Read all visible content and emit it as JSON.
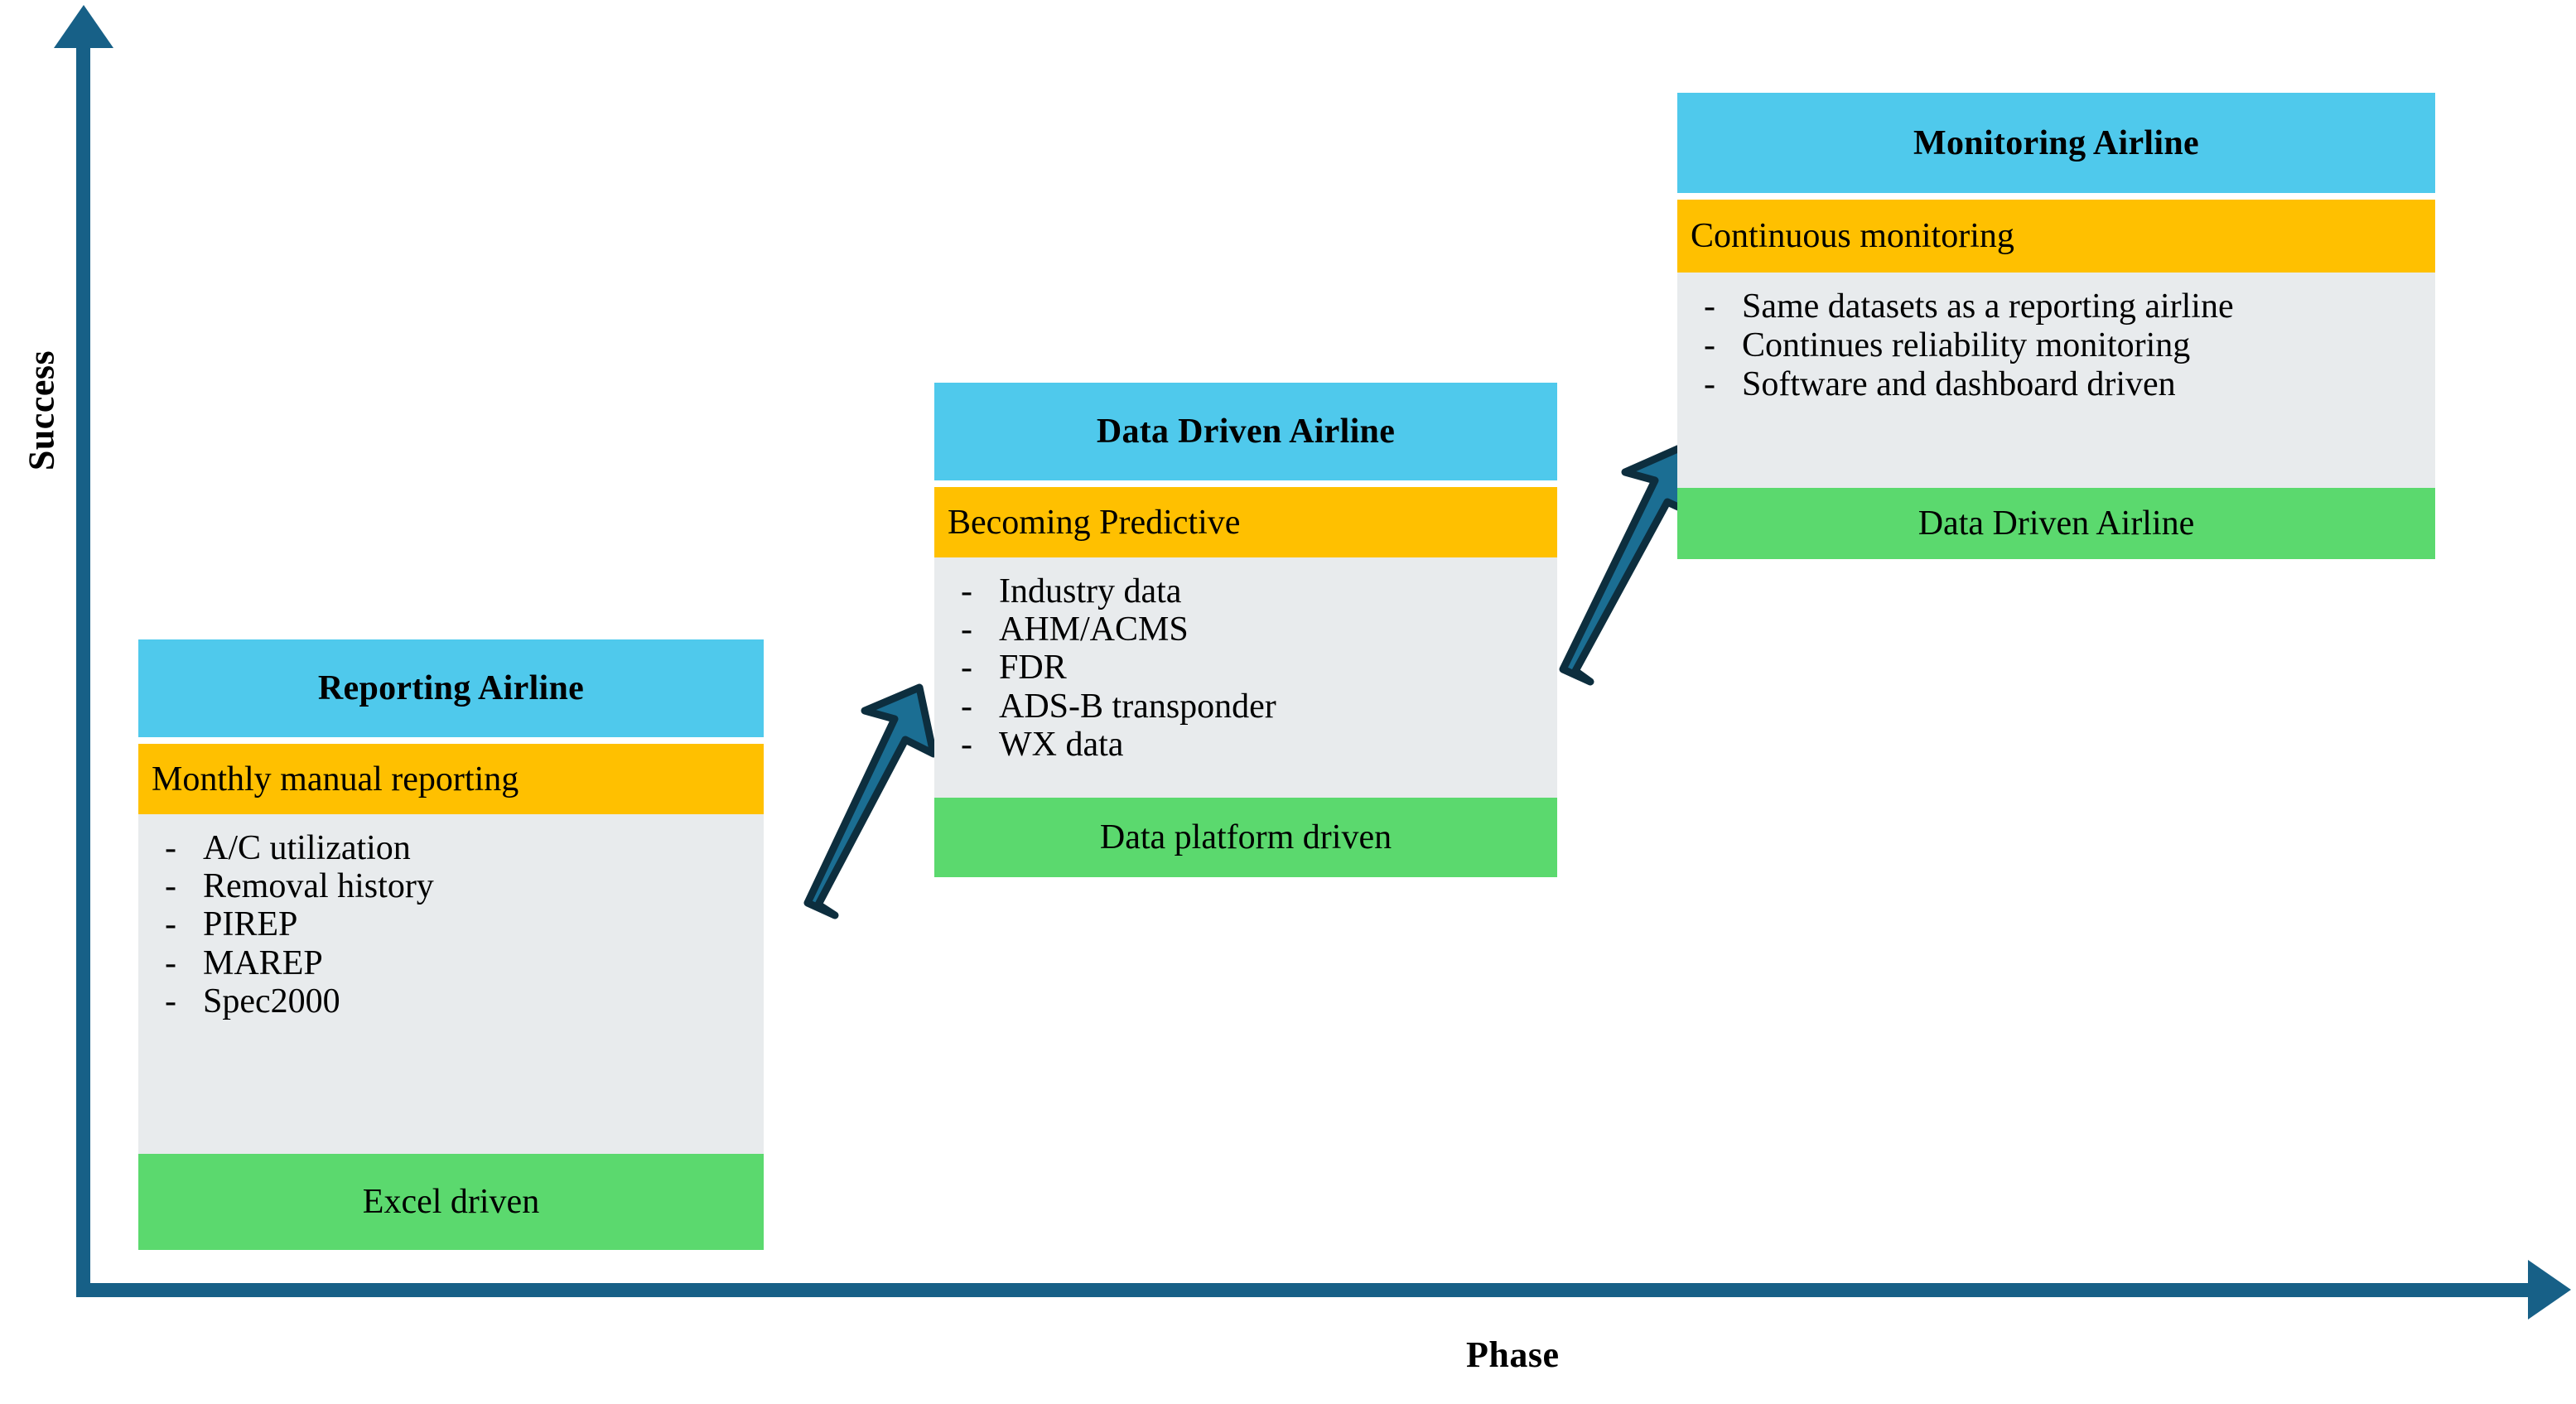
{
  "axes": {
    "y_label": "Success",
    "x_label": "Phase",
    "color": "#176087",
    "y_arrow_icon": "arrow-up-icon",
    "x_arrow_icon": "arrow-right-icon"
  },
  "palette": {
    "title_band": "#4FC9EC",
    "subtitle_band": "#FFC000",
    "body_band": "#E8EBED",
    "footer_band": "#5BD96E",
    "axis": "#176087",
    "arrow_fill": "#1B6E93",
    "arrow_stroke": "#0D2E3E"
  },
  "stages": [
    {
      "id": "reporting-airline",
      "title": "Reporting Airline",
      "subtitle": "Monthly manual reporting",
      "bullets": [
        "A/C utilization",
        "Removal history",
        "PIREP",
        "MAREP",
        "Spec2000"
      ],
      "footer": "Excel driven"
    },
    {
      "id": "data-driven-airline",
      "title": "Data Driven Airline",
      "subtitle": "Becoming Predictive",
      "bullets": [
        "Industry data",
        "AHM/ACMS",
        "FDR",
        "ADS-B transponder",
        "WX data"
      ],
      "footer": "Data platform driven"
    },
    {
      "id": "monitoring-airline",
      "title": "Monitoring Airline",
      "subtitle": "Continuous monitoring",
      "bullets": [
        "Same datasets as a reporting airline",
        "Continues reliability monitoring",
        "Software and dashboard driven"
      ],
      "footer": "Data Driven Airline"
    }
  ],
  "bullet_marker": "-",
  "progression_arrows": [
    {
      "id": "arrow-stage1-to-stage2",
      "icon": "up-right-arrow-icon"
    },
    {
      "id": "arrow-stage2-to-stage3",
      "icon": "up-right-arrow-icon"
    }
  ]
}
